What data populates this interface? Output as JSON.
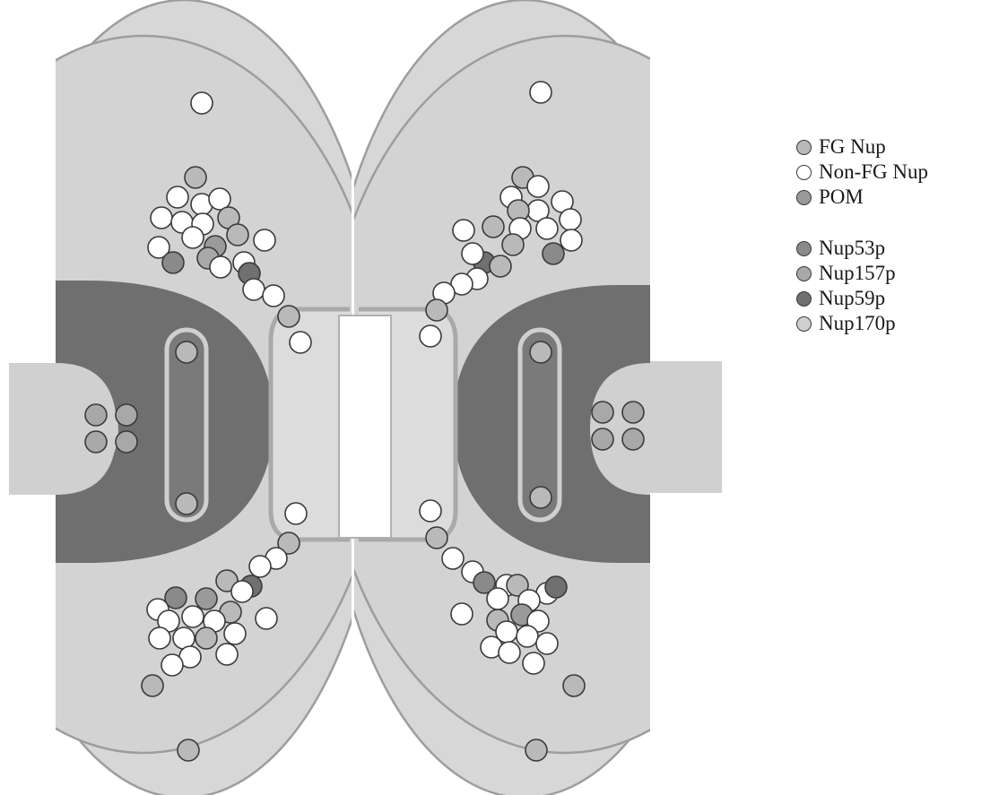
{
  "legend": {
    "group1": [
      {
        "label": "FG Nup",
        "color": "#b9b9b9"
      },
      {
        "label": "Non-FG Nup",
        "color": "#ffffff"
      },
      {
        "label": "POM",
        "color": "#9a9a9a"
      }
    ],
    "group2": [
      {
        "label": "Nup53p",
        "color": "#8a8a8a"
      },
      {
        "label": "Nup157p",
        "color": "#a8a8a8"
      },
      {
        "label": "Nup59p",
        "color": "#707070"
      },
      {
        "label": "Nup170p",
        "color": "#cfcfcf"
      }
    ]
  },
  "colors": {
    "background": "#ffffff",
    "lobe_fill": "#d4d4d4",
    "lobe_stroke": "#9d9d9d",
    "membrane_core": "#6f6f6f",
    "tab_fill": "#d0d0d0",
    "channel": "#ffffff"
  }
}
